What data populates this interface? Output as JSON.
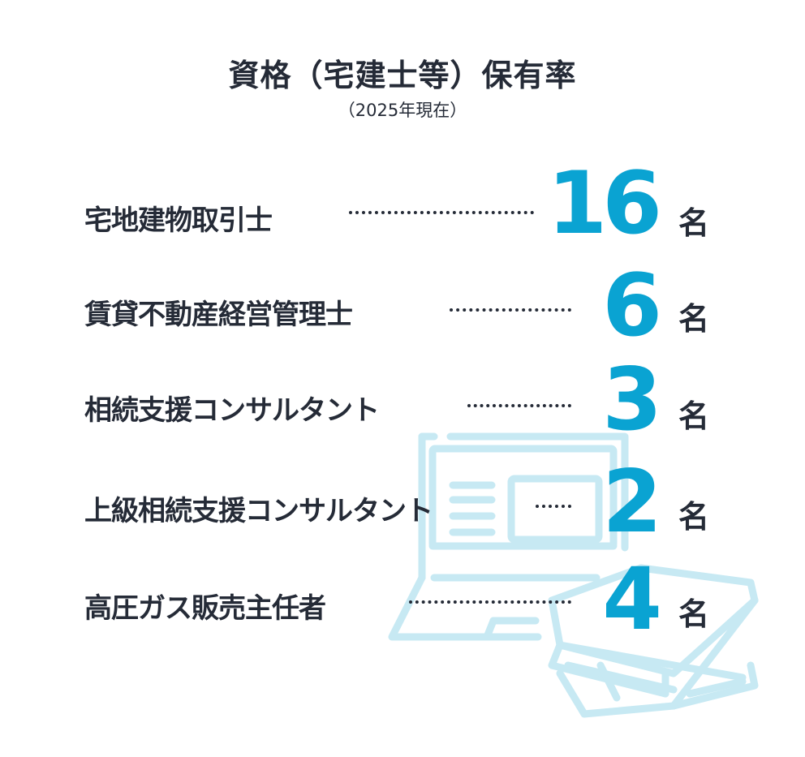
{
  "header": {
    "title": "資格（宅建士等）保有率",
    "subtitle": "（2025年現在）"
  },
  "colors": {
    "text": "#252b37",
    "accent": "#0aa3d2",
    "illustration": "#c7e9f3"
  },
  "unit_label": "名",
  "qualifications": [
    {
      "label": "宅地建物取引士",
      "count": "16",
      "unit": "名"
    },
    {
      "label": "賃貸不動産経営管理士",
      "count": "6",
      "unit": "名"
    },
    {
      "label": "相続支援コンサルタント",
      "count": "3",
      "unit": "名"
    },
    {
      "label": "上級相続支援コンサルタント",
      "count": "2",
      "unit": "名"
    },
    {
      "label": "高圧ガス販売主任者",
      "count": "4",
      "unit": "名"
    }
  ],
  "illustration": {
    "icons": [
      "laptop-icon",
      "books-icon"
    ]
  }
}
